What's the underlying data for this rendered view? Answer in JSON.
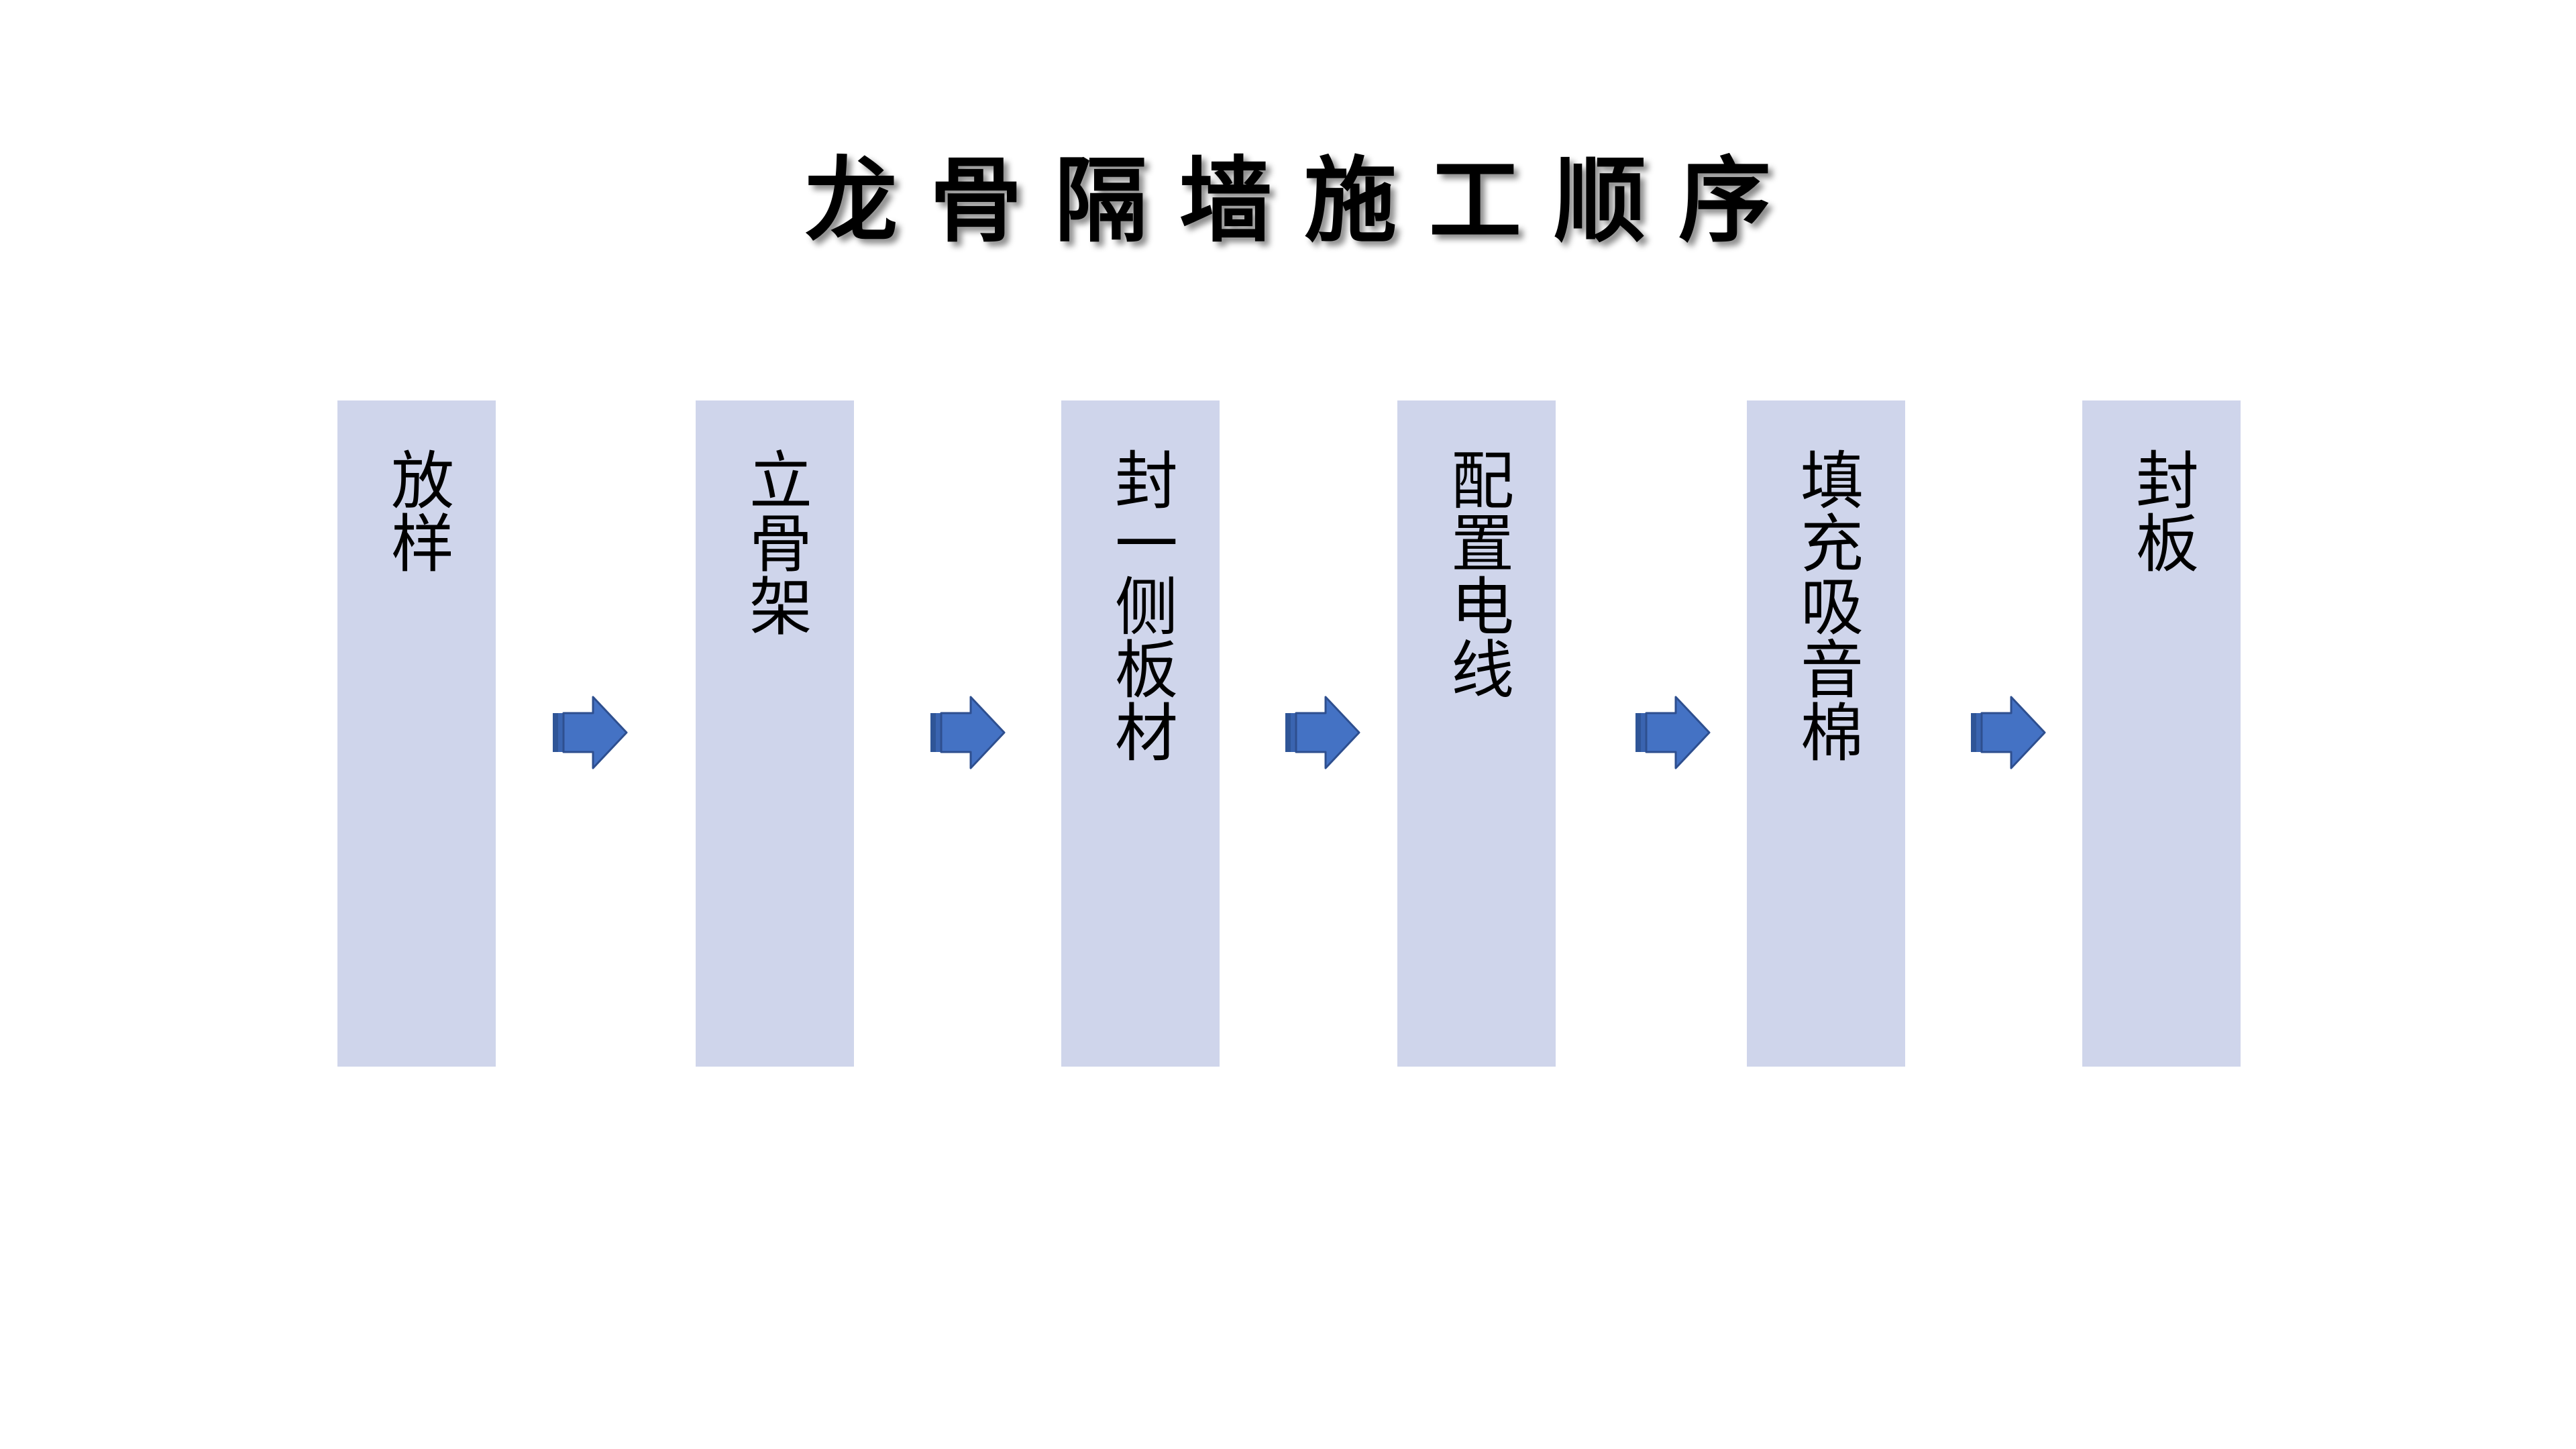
{
  "diagram": {
    "title": "龙骨隔墙施工顺序",
    "steps": [
      {
        "label": "放样"
      },
      {
        "label": "立骨架"
      },
      {
        "label": "封一侧板材"
      },
      {
        "label": "配置电线"
      },
      {
        "label": "填充吸音棉"
      },
      {
        "label": "封板"
      }
    ],
    "colors": {
      "box_fill": "#cfd5eb",
      "arrow_fill": "#4472c4",
      "arrow_dark": "#2f5597",
      "arrow_stroke": "#2e4f8f"
    },
    "connector_icon": "right-arrow-icon"
  }
}
